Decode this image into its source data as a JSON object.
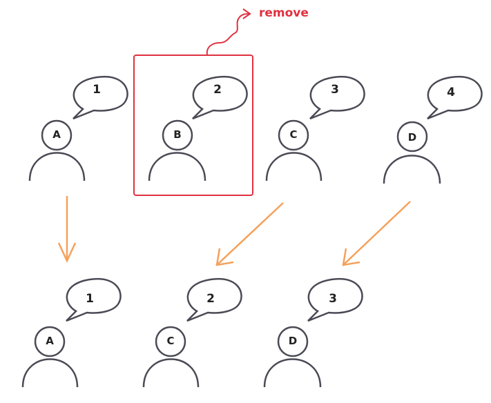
{
  "remove_label": "remove",
  "colors": {
    "stroke": "#4a4a55",
    "highlight": "#e03040",
    "arrow": "#f5a05a"
  },
  "top_row": [
    {
      "number": "1",
      "letter": "A"
    },
    {
      "number": "2",
      "letter": "B",
      "removed": true
    },
    {
      "number": "3",
      "letter": "C"
    },
    {
      "number": "4",
      "letter": "D"
    }
  ],
  "bottom_row": [
    {
      "number": "1",
      "letter": "A"
    },
    {
      "number": "2",
      "letter": "C"
    },
    {
      "number": "3",
      "letter": "D"
    }
  ],
  "icons": {
    "person": "person-icon",
    "bubble": "speech-bubble-icon",
    "arrow": "arrow-icon"
  }
}
